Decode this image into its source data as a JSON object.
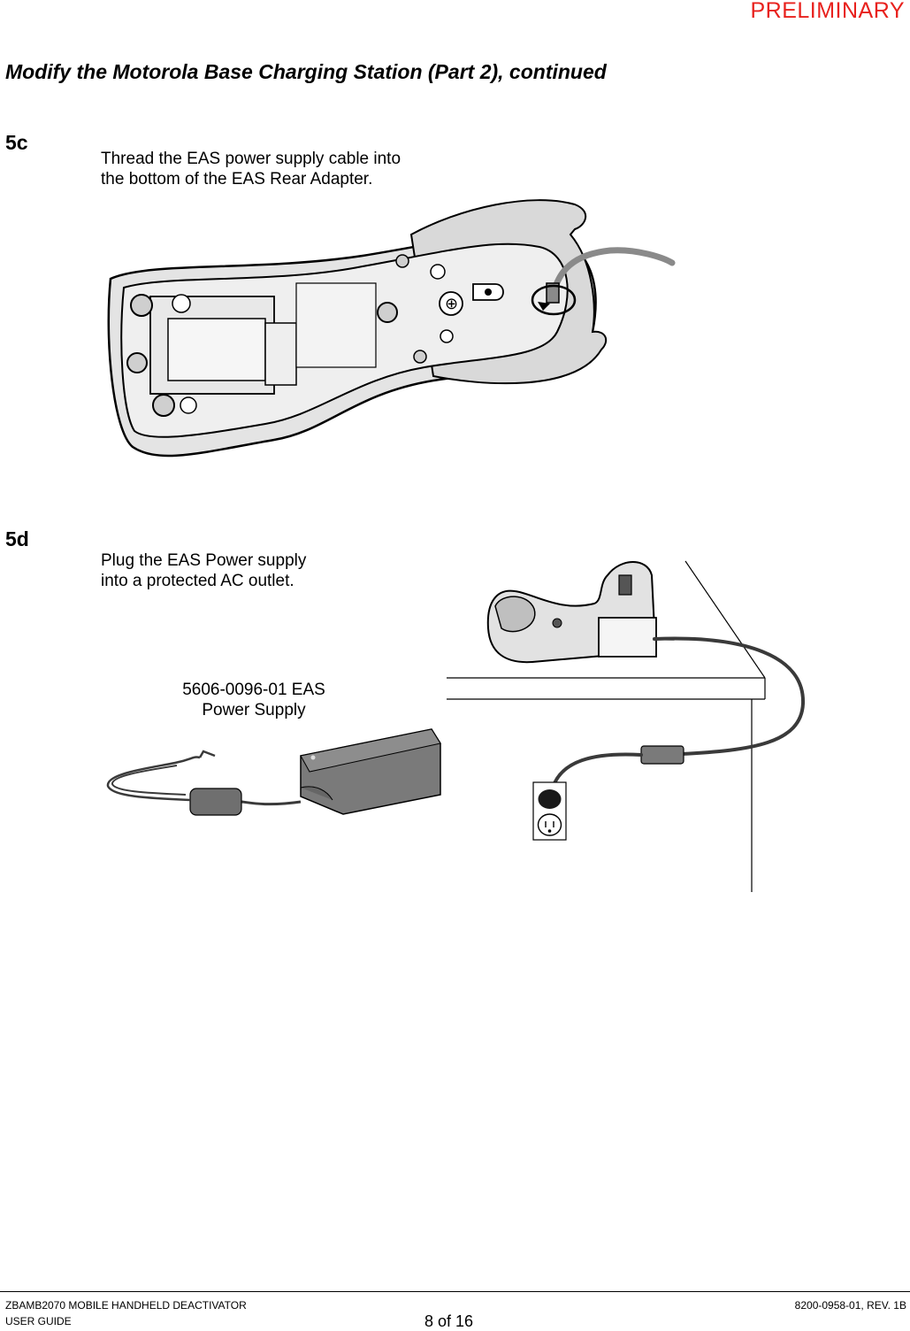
{
  "header": {
    "watermark": "PRELIMINARY"
  },
  "page": {
    "title": "Modify the Motorola Base Charging Station (Part 2), continued"
  },
  "steps": [
    {
      "number": "5c",
      "instruction": "Thread the EAS power supply cable into\nthe bottom of the EAS Rear Adapter."
    },
    {
      "number": "5d",
      "instruction": "Plug the EAS Power supply\ninto a protected AC outlet."
    }
  ],
  "figure_5d": {
    "power_supply_label": "5606-0096-01 EAS\nPower Supply"
  },
  "footer": {
    "product": "ZBAMB2070 MOBILE HANDHELD DEACTIVATOR",
    "doc_type": "USER GUIDE",
    "page_number": "8 of 16",
    "doc_number": "8200-0958-01, REV. 1B"
  },
  "colors": {
    "watermark": "#e8211d",
    "device_fill": "#cfcfcf",
    "power_supply_fill": "#7a7a7a"
  }
}
